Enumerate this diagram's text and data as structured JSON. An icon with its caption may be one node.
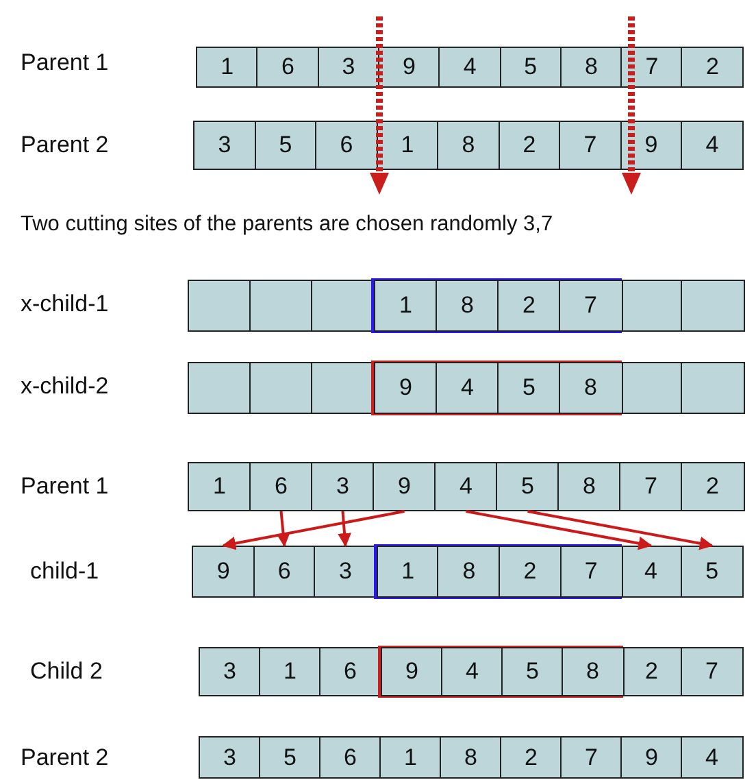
{
  "diagram": {
    "nodes": [
      {
        "text": [
          "1"
        ]
      },
      {
        "text": [
          "6"
        ]
      },
      {
        "text": [
          "3"
        ]
      },
      {
        "text": [
          "9"
        ]
      },
      {
        "text": [
          "4"
        ]
      },
      {
        "text": [
          "5"
        ]
      },
      {
        "text": [
          "8"
        ]
      },
      {
        "text": [
          "7"
        ]
      },
      {
        "text": [
          "2"
        ]
      },
      {
        "text": [
          "3"
        ]
      },
      {
        "text": [
          "5"
        ]
      },
      {
        "text": [
          "6"
        ]
      },
      {
        "text": [
          "1"
        ]
      },
      {
        "text": [
          "8"
        ]
      },
      {
        "text": [
          "2"
        ]
      },
      {
        "text": [
          "7"
        ]
      },
      {
        "text": [
          "9"
        ]
      },
      {
        "text": [
          "4"
        ]
      },
      {
        "text": [],
        "shape": "box"
      },
      {
        "text": [],
        "shape": "box"
      },
      {
        "text": [],
        "shape": "box"
      },
      {
        "text": [],
        "shape": "box"
      },
      {
        "text": [
          "1"
        ],
        "in": 21
      },
      {
        "text": [
          "8"
        ],
        "in": 21
      },
      {
        "text": [
          "2"
        ],
        "in": 21
      },
      {
        "text": [
          "7"
        ],
        "in": 21
      },
      {
        "text": [],
        "shape": "box"
      },
      {
        "text": [],
        "shape": "box"
      },
      {
        "text": [],
        "shape": "box"
      },
      {
        "text": [],
        "shape": "box"
      },
      {
        "text": [],
        "shape": "box"
      },
      {
        "text": [],
        "shape": "box"
      },
      {
        "text": [
          "9"
        ],
        "in": 31
      },
      {
        "text": [
          "4"
        ],
        "in": 31
      },
      {
        "text": [
          "5"
        ],
        "in": 31
      },
      {
        "text": [
          "8"
        ],
        "in": 31
      },
      {
        "text": [],
        "shape": "box"
      },
      {
        "text": [],
        "shape": "box"
      },
      {
        "text": [
          "1"
        ]
      },
      {
        "text": [
          "6"
        ]
      },
      {
        "text": [
          "3"
        ]
      },
      {
        "text": [
          "9"
        ]
      },
      {
        "text": [
          "4"
        ]
      },
      {
        "text": [
          "5"
        ]
      },
      {
        "text": [
          "8"
        ]
      },
      {
        "text": [
          "7"
        ]
      },
      {
        "text": [
          "2"
        ]
      },
      {
        "text": [
          "9"
        ]
      },
      {
        "text": [
          "6"
        ]
      },
      {
        "text": [
          "3"
        ]
      },
      {
        "text": [],
        "shape": "box"
      },
      {
        "text": [
          "1"
        ],
        "in": 50
      },
      {
        "text": [
          "8"
        ],
        "in": 50
      },
      {
        "text": [
          "2"
        ],
        "in": 50
      },
      {
        "text": [
          "7"
        ],
        "in": 50
      },
      {
        "text": [
          "4"
        ]
      },
      {
        "text": [
          "5"
        ]
      },
      {
        "text": [
          "3"
        ]
      },
      {
        "text": [
          "1"
        ]
      },
      {
        "text": [
          "6"
        ]
      },
      {
        "text": [],
        "shape": "box"
      },
      {
        "text": [
          "9"
        ],
        "in": 60
      },
      {
        "text": [
          "4"
        ],
        "in": 60
      },
      {
        "text": [
          "5"
        ],
        "in": 60
      },
      {
        "text": [
          "8"
        ],
        "in": 60
      },
      {
        "text": [
          "2"
        ]
      },
      {
        "text": [
          "7"
        ]
      },
      {
        "text": [
          "3"
        ]
      },
      {
        "text": [
          "5"
        ]
      },
      {
        "text": [
          "6"
        ]
      },
      {
        "text": [
          "1"
        ]
      },
      {
        "text": [
          "8"
        ]
      },
      {
        "text": [
          "2"
        ]
      },
      {
        "text": [
          "7"
        ]
      },
      {
        "text": [
          "9"
        ]
      },
      {
        "text": [
          "4"
        ]
      }
    ],
    "edges": [
      {
        "from": 41,
        "to": 47,
        "arrow": "to"
      },
      {
        "from": 39,
        "to": 48,
        "arrow": "to"
      },
      {
        "from": 40,
        "to": 49,
        "arrow": "to"
      },
      {
        "from": 42,
        "to": 55,
        "arrow": "to"
      },
      {
        "from": 43,
        "to": 56,
        "arrow": "to"
      }
    ],
    "labels": [
      "Parent 1",
      "Parent 2",
      "Two cutting sites of the parents are chosen randomly 3,7",
      "x-child-1",
      "x-child-2",
      "Parent 1",
      "child-1",
      "Child 2",
      "Parent 2"
    ]
  }
}
